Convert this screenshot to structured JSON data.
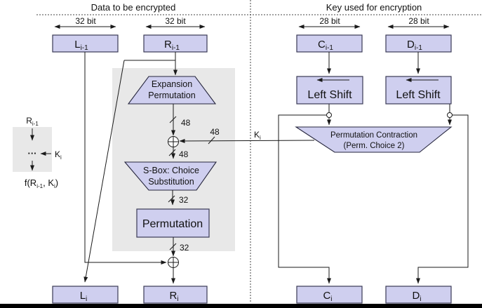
{
  "colors": {
    "box_fill": "#cfcfef",
    "box_border": "#3a3a55",
    "shade_fill": "#e8e8e8",
    "line": "#1a1a1a",
    "divider": "#444444",
    "bottom_bar": "#000000"
  },
  "headers": {
    "data": "Data to be encrypted",
    "key": "Key used for encryption"
  },
  "widths": {
    "l": "32 bit",
    "r": "32 bit",
    "c": "28 bit",
    "d": "28 bit"
  },
  "registers": {
    "l_prev": {
      "base": "L",
      "sub": "i-1"
    },
    "r_prev": {
      "base": "R",
      "sub": "i-1"
    },
    "c_prev": {
      "base": "C",
      "sub": "i-1"
    },
    "d_prev": {
      "base": "D",
      "sub": "i-1"
    },
    "l_next": {
      "base": "L",
      "sub": "i"
    },
    "r_next": {
      "base": "R",
      "sub": "i"
    },
    "c_next": {
      "base": "C",
      "sub": "i"
    },
    "d_next": {
      "base": "D",
      "sub": "i"
    }
  },
  "blocks": {
    "expansion": {
      "line1": "Expansion",
      "line2": "Permutation"
    },
    "sbox": {
      "line1": "S-Box: Choice",
      "line2": "Substitution"
    },
    "permutation": {
      "label": "Permutation"
    },
    "left_shift_c": {
      "label": "Left Shift"
    },
    "left_shift_d": {
      "label": "Left Shift"
    },
    "perm_contraction": {
      "line1": "Permutation Contraction",
      "line2": "(Perm. Choice 2)"
    }
  },
  "bus_labels": {
    "expansion_out": "48",
    "key_bus": "48",
    "xor_out": "48",
    "sbox_out": "32",
    "perm_out": "32"
  },
  "key_label": {
    "base": "K",
    "sub": "i"
  },
  "legend": {
    "input": {
      "base": "R",
      "sub": "i-1"
    },
    "dots": "···",
    "key": {
      "base": "K",
      "sub": "i"
    },
    "output": {
      "open": "f(R",
      "sub1": "i-1",
      "mid": ", K",
      "sub2": "i",
      "close": ")"
    }
  }
}
